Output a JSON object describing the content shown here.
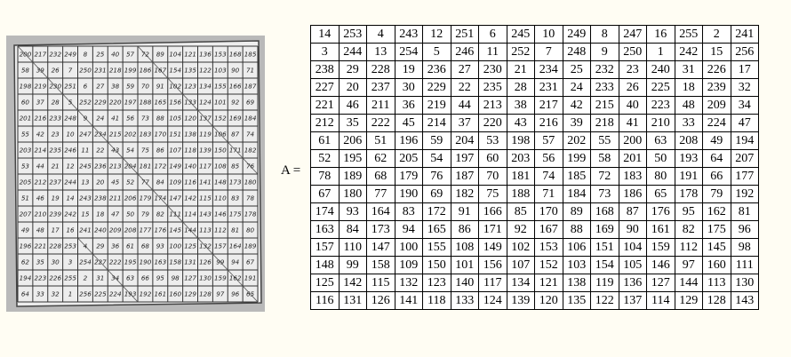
{
  "equation_label": "A =",
  "handwritten_grid": [
    [
      "200",
      "217",
      "232",
      "249",
      "8",
      "25",
      "40",
      "57",
      "72",
      "89",
      "104",
      "121",
      "136",
      "153",
      "168",
      "185"
    ],
    [
      "58",
      "39",
      "26",
      "7",
      "250",
      "231",
      "218",
      "199",
      "186",
      "167",
      "154",
      "135",
      "122",
      "103",
      "90",
      "71"
    ],
    [
      "198",
      "219",
      "230",
      "251",
      "6",
      "27",
      "38",
      "59",
      "70",
      "91",
      "102",
      "123",
      "134",
      "155",
      "166",
      "187"
    ],
    [
      "60",
      "37",
      "28",
      "5",
      "252",
      "229",
      "220",
      "197",
      "188",
      "165",
      "156",
      "133",
      "124",
      "101",
      "92",
      "69"
    ],
    [
      "201",
      "216",
      "233",
      "248",
      "9",
      "24",
      "41",
      "56",
      "73",
      "88",
      "105",
      "120",
      "137",
      "152",
      "169",
      "184"
    ],
    [
      "55",
      "42",
      "23",
      "10",
      "247",
      "234",
      "215",
      "202",
      "183",
      "170",
      "151",
      "138",
      "119",
      "106",
      "87",
      "74"
    ],
    [
      "203",
      "214",
      "235",
      "246",
      "11",
      "22",
      "43",
      "54",
      "75",
      "86",
      "107",
      "118",
      "139",
      "150",
      "171",
      "182"
    ],
    [
      "53",
      "44",
      "21",
      "12",
      "245",
      "236",
      "213",
      "204",
      "181",
      "172",
      "149",
      "140",
      "117",
      "108",
      "85",
      "76"
    ],
    [
      "205",
      "212",
      "237",
      "244",
      "13",
      "20",
      "45",
      "52",
      "77",
      "84",
      "109",
      "116",
      "141",
      "148",
      "173",
      "180"
    ],
    [
      "51",
      "46",
      "19",
      "14",
      "243",
      "238",
      "211",
      "206",
      "179",
      "174",
      "147",
      "142",
      "115",
      "110",
      "83",
      "78"
    ],
    [
      "207",
      "210",
      "239",
      "242",
      "15",
      "18",
      "47",
      "50",
      "79",
      "82",
      "111",
      "114",
      "143",
      "146",
      "175",
      "178"
    ],
    [
      "49",
      "48",
      "17",
      "16",
      "241",
      "240",
      "209",
      "208",
      "177",
      "176",
      "145",
      "144",
      "113",
      "112",
      "81",
      "80"
    ],
    [
      "196",
      "221",
      "228",
      "253",
      "4",
      "29",
      "36",
      "61",
      "68",
      "93",
      "100",
      "125",
      "132",
      "157",
      "164",
      "189"
    ],
    [
      "62",
      "35",
      "30",
      "3",
      "254",
      "227",
      "222",
      "195",
      "190",
      "163",
      "158",
      "131",
      "126",
      "99",
      "94",
      "67"
    ],
    [
      "194",
      "223",
      "226",
      "255",
      "2",
      "31",
      "34",
      "63",
      "66",
      "95",
      "98",
      "127",
      "130",
      "159",
      "162",
      "191"
    ],
    [
      "64",
      "33",
      "32",
      "1",
      "256",
      "225",
      "224",
      "193",
      "192",
      "161",
      "160",
      "129",
      "128",
      "97",
      "96",
      "65"
    ]
  ],
  "matrix": [
    [
      "14",
      "253",
      "4",
      "243",
      "12",
      "251",
      "6",
      "245",
      "10",
      "249",
      "8",
      "247",
      "16",
      "255",
      "2",
      "241"
    ],
    [
      "3",
      "244",
      "13",
      "254",
      "5",
      "246",
      "11",
      "252",
      "7",
      "248",
      "9",
      "250",
      "1",
      "242",
      "15",
      "256"
    ],
    [
      "238",
      "29",
      "228",
      "19",
      "236",
      "27",
      "230",
      "21",
      "234",
      "25",
      "232",
      "23",
      "240",
      "31",
      "226",
      "17"
    ],
    [
      "227",
      "20",
      "237",
      "30",
      "229",
      "22",
      "235",
      "28",
      "231",
      "24",
      "233",
      "26",
      "225",
      "18",
      "239",
      "32"
    ],
    [
      "221",
      "46",
      "211",
      "36",
      "219",
      "44",
      "213",
      "38",
      "217",
      "42",
      "215",
      "40",
      "223",
      "48",
      "209",
      "34"
    ],
    [
      "212",
      "35",
      "222",
      "45",
      "214",
      "37",
      "220",
      "43",
      "216",
      "39",
      "218",
      "41",
      "210",
      "33",
      "224",
      "47"
    ],
    [
      "61",
      "206",
      "51",
      "196",
      "59",
      "204",
      "53",
      "198",
      "57",
      "202",
      "55",
      "200",
      "63",
      "208",
      "49",
      "194"
    ],
    [
      "52",
      "195",
      "62",
      "205",
      "54",
      "197",
      "60",
      "203",
      "56",
      "199",
      "58",
      "201",
      "50",
      "193",
      "64",
      "207"
    ],
    [
      "78",
      "189",
      "68",
      "179",
      "76",
      "187",
      "70",
      "181",
      "74",
      "185",
      "72",
      "183",
      "80",
      "191",
      "66",
      "177"
    ],
    [
      "67",
      "180",
      "77",
      "190",
      "69",
      "182",
      "75",
      "188",
      "71",
      "184",
      "73",
      "186",
      "65",
      "178",
      "79",
      "192"
    ],
    [
      "174",
      "93",
      "164",
      "83",
      "172",
      "91",
      "166",
      "85",
      "170",
      "89",
      "168",
      "87",
      "176",
      "95",
      "162",
      "81"
    ],
    [
      "163",
      "84",
      "173",
      "94",
      "165",
      "86",
      "171",
      "92",
      "167",
      "88",
      "169",
      "90",
      "161",
      "82",
      "175",
      "96"
    ],
    [
      "157",
      "110",
      "147",
      "100",
      "155",
      "108",
      "149",
      "102",
      "153",
      "106",
      "151",
      "104",
      "159",
      "112",
      "145",
      "98"
    ],
    [
      "148",
      "99",
      "158",
      "109",
      "150",
      "101",
      "156",
      "107",
      "152",
      "103",
      "154",
      "105",
      "146",
      "97",
      "160",
      "111"
    ],
    [
      "125",
      "142",
      "115",
      "132",
      "123",
      "140",
      "117",
      "134",
      "121",
      "138",
      "119",
      "136",
      "127",
      "144",
      "113",
      "130"
    ],
    [
      "116",
      "131",
      "126",
      "141",
      "118",
      "133",
      "124",
      "139",
      "120",
      "135",
      "122",
      "137",
      "114",
      "129",
      "128",
      "143"
    ]
  ]
}
